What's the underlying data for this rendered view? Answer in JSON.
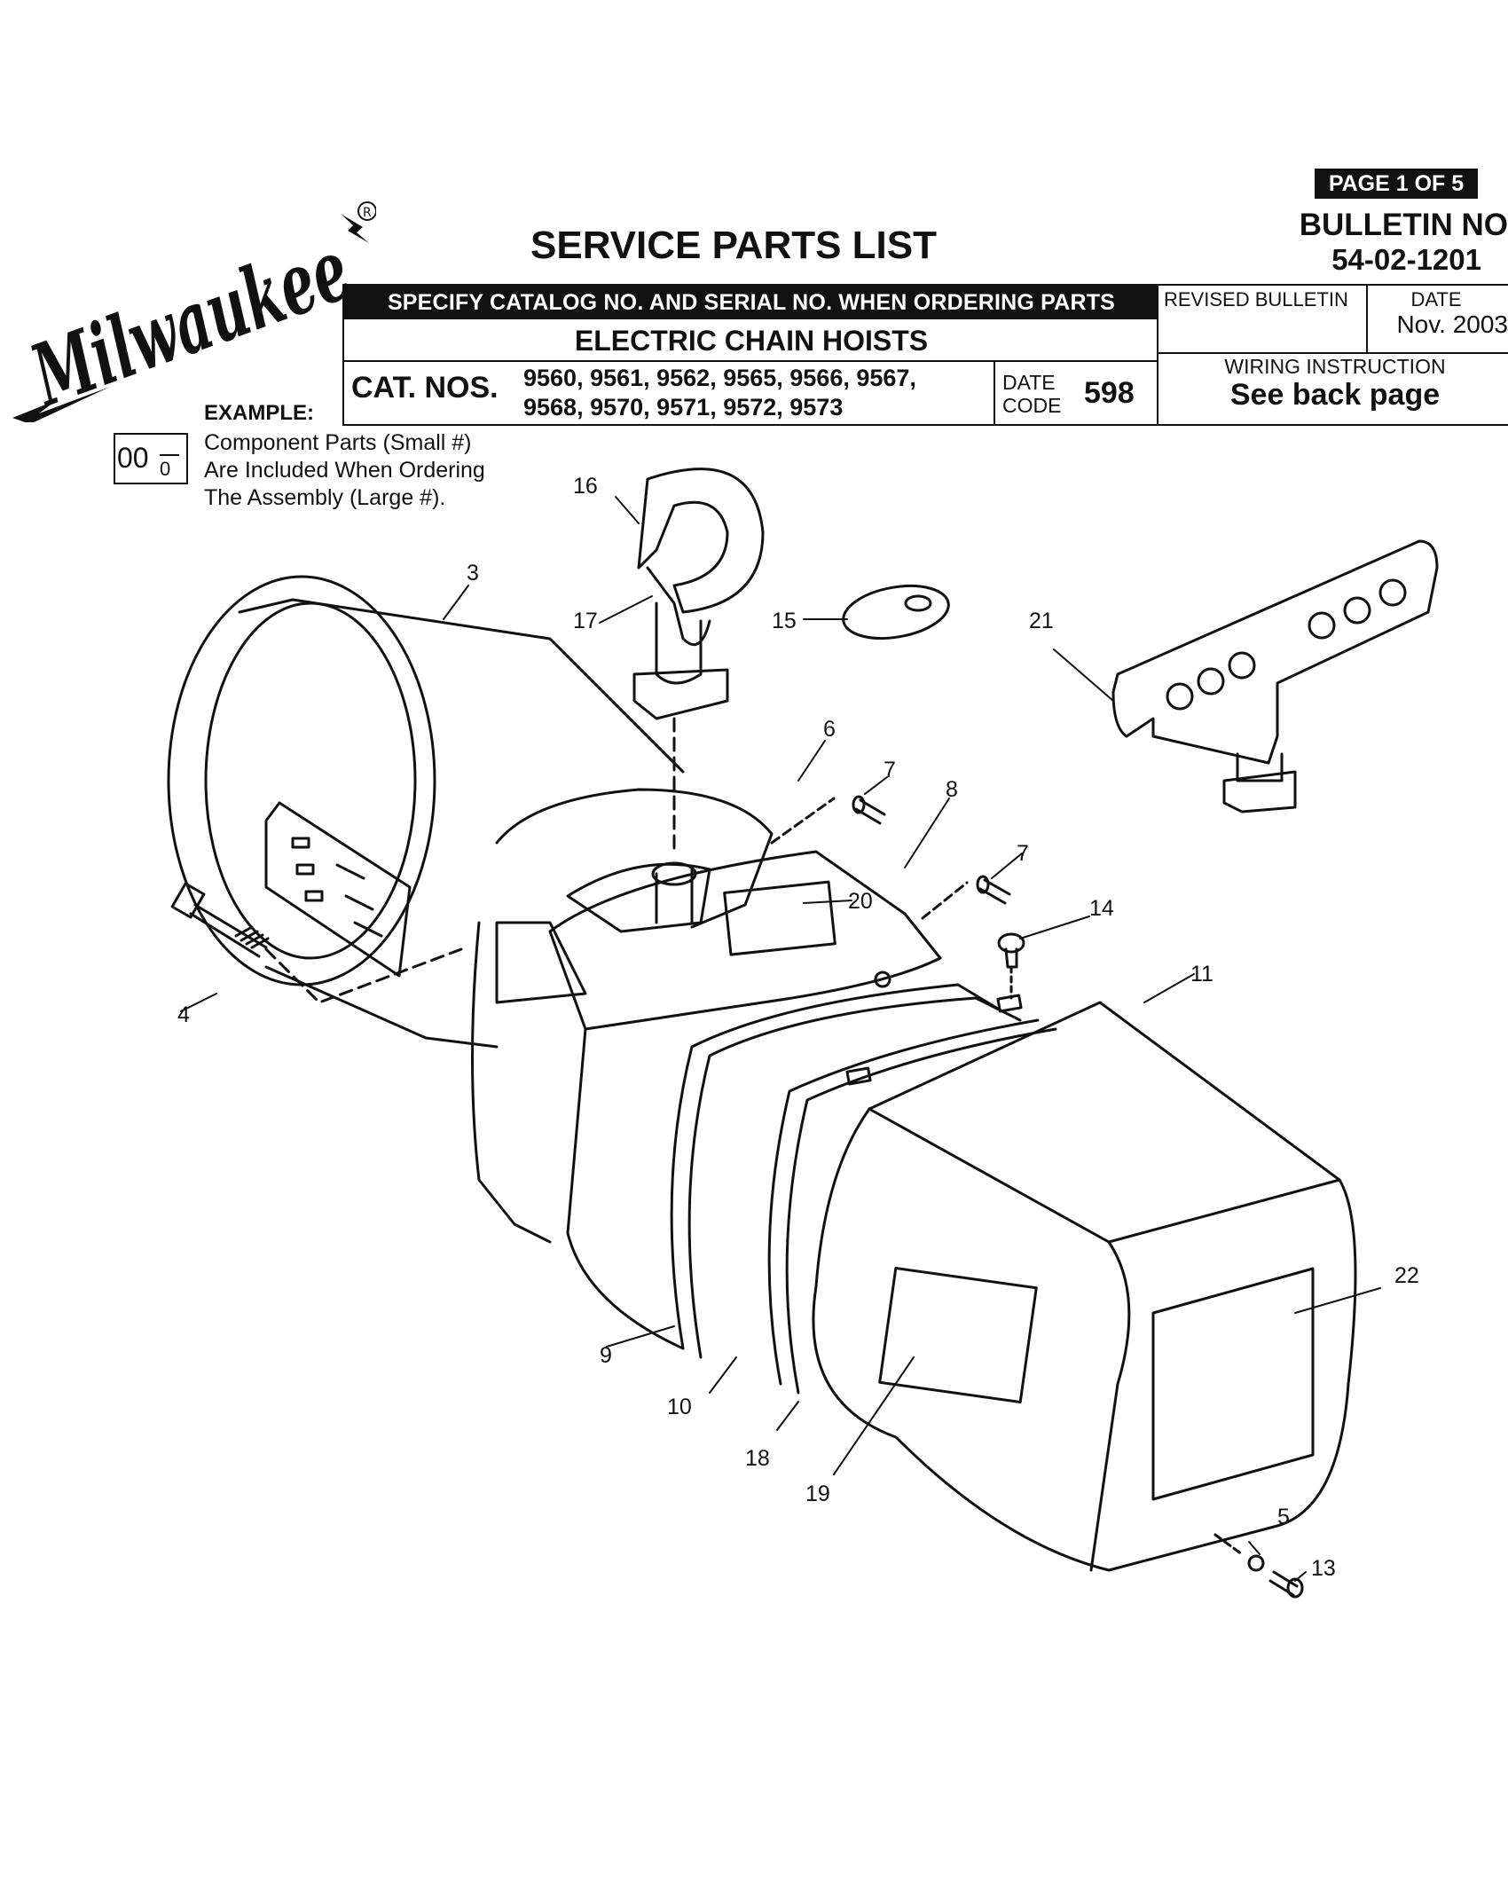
{
  "header": {
    "page_badge": "PAGE 1 OF 5",
    "bulletin_label": "BULLETIN NO",
    "bulletin_number": "54-02-1201",
    "title": "SERVICE PARTS LIST",
    "brand": "Milwaukee"
  },
  "info_box": {
    "specify_notice": "SPECIFY CATALOG NO. AND SERIAL NO. WHEN ORDERING PARTS",
    "product_name": "ELECTRIC CHAIN HOISTS",
    "cat_nos_label": "CAT. NOS.",
    "cat_nos_line1": "9560, 9561, 9562, 9565, 9566, 9567,",
    "cat_nos_line2": "9568, 9570, 9571, 9572, 9573",
    "date_code_line1": "DATE",
    "date_code_line2": "CODE",
    "date_code_value": "598",
    "revised_bulletin_label": "REVISED BULLETIN",
    "date_label": "DATE",
    "date_value": "Nov. 2003",
    "wiring_label": "WIRING INSTRUCTION",
    "wiring_value": "See back page"
  },
  "example": {
    "title": "EXAMPLE:",
    "large_number": "00",
    "small_number": "0",
    "line1": "Component Parts (Small #)",
    "line2": "Are Included When Ordering",
    "line3": "The Assembly (Large #)."
  },
  "callouts": {
    "c3": "3",
    "c4": "4",
    "c5": "5",
    "c6": "6",
    "c7a": "7",
    "c7b": "7",
    "c8": "8",
    "c9": "9",
    "c10": "10",
    "c11": "11",
    "c13": "13",
    "c14": "14",
    "c15": "15",
    "c16": "16",
    "c17": "17",
    "c18": "18",
    "c19": "19",
    "c20": "20",
    "c21": "21",
    "c22": "22"
  }
}
